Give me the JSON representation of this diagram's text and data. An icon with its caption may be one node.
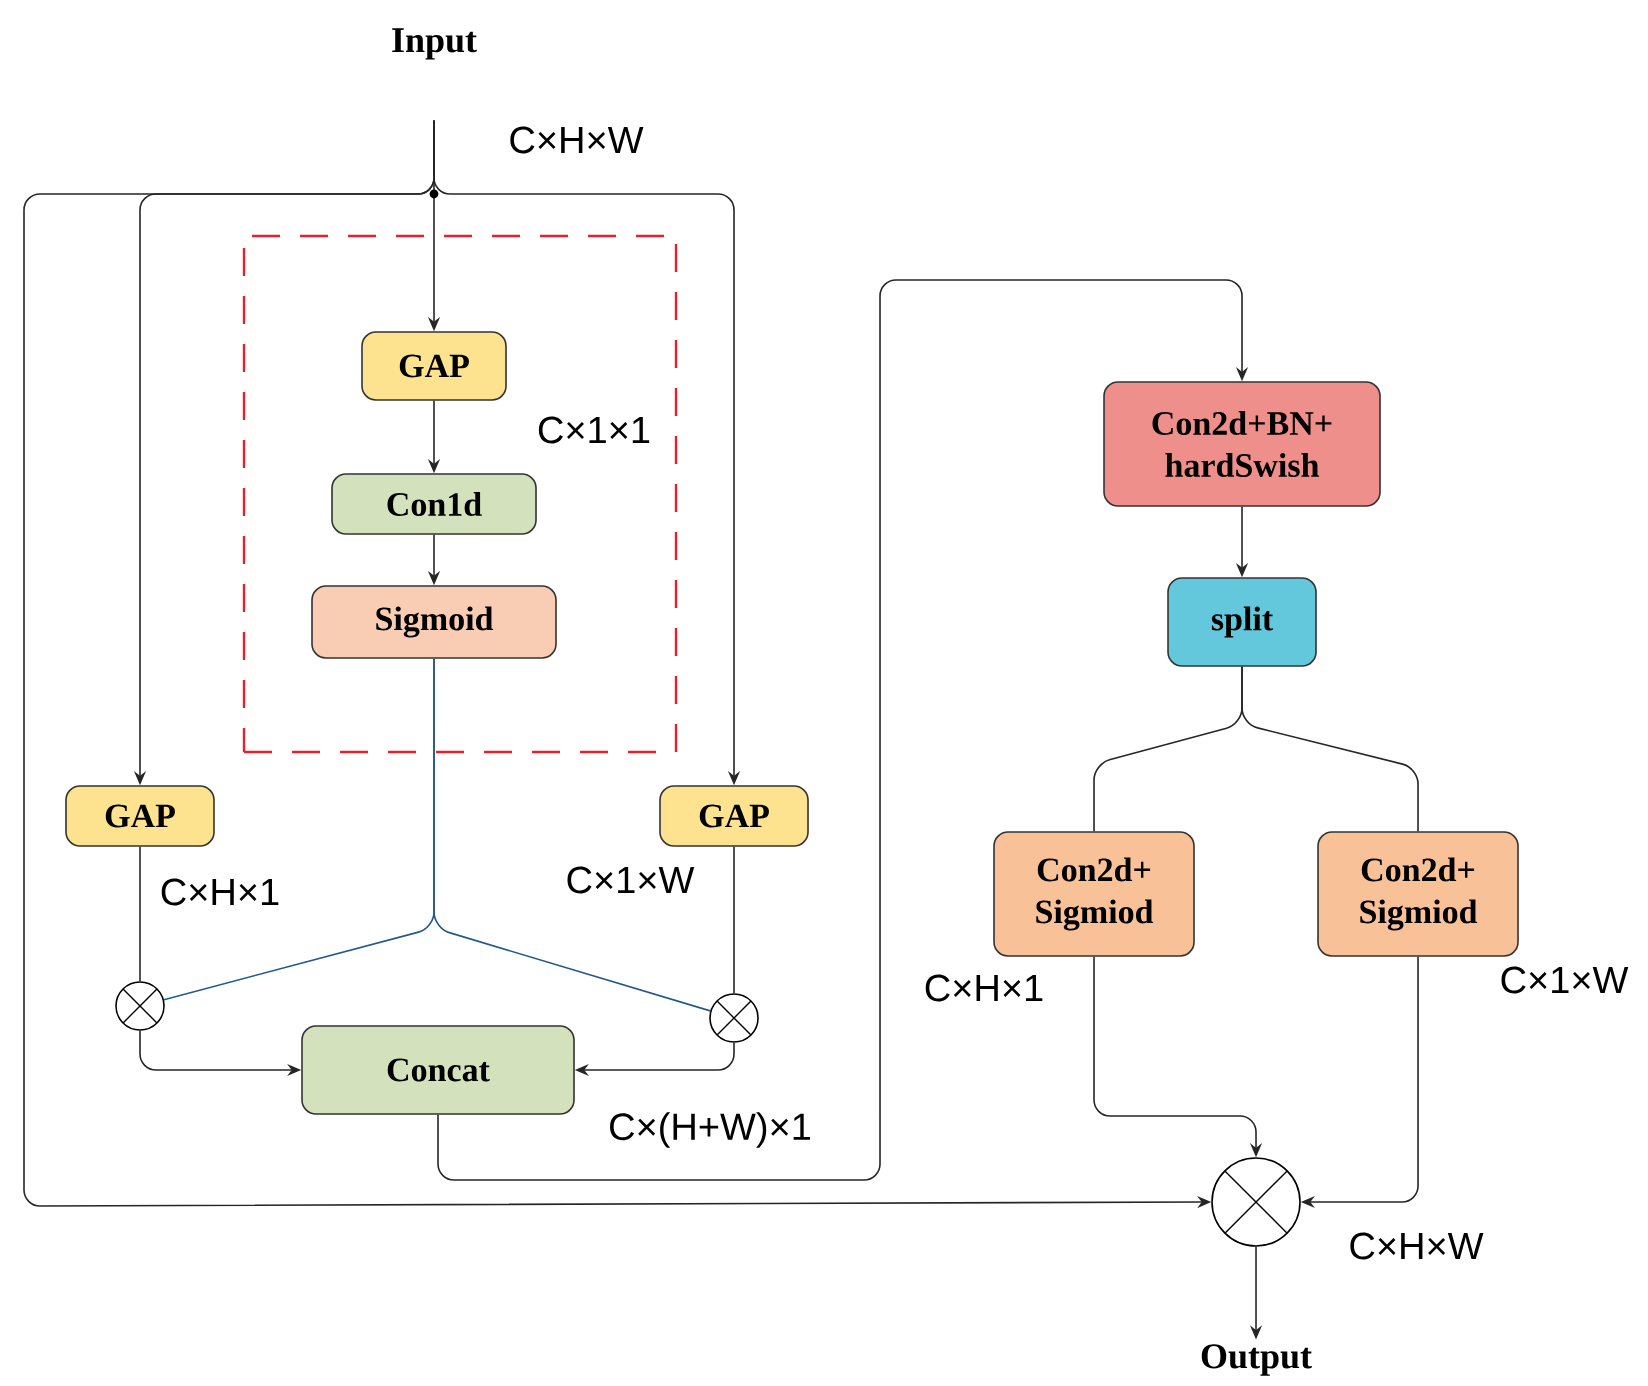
{
  "diagram": {
    "nodes": [
      {
        "text": [
          "Input"
        ]
      },
      {
        "text": [],
        "shape": "box"
      },
      {
        "text": [
          "GAP"
        ],
        "in": 1
      },
      {
        "text": [
          "Con1d"
        ],
        "in": 1
      },
      {
        "text": [
          "Sigmoid"
        ],
        "in": 1
      },
      {
        "text": [
          "GAP"
        ]
      },
      {
        "text": [
          "GAP"
        ]
      },
      {
        "text": [],
        "shape": "circle"
      },
      {
        "text": [],
        "shape": "circle"
      },
      {
        "text": [
          "Concat"
        ]
      },
      {
        "text": [
          "Con2d+BN+ hardSwish"
        ]
      },
      {
        "text": [
          "split"
        ]
      },
      {
        "text": [
          "Con2d+ Sigmiod"
        ]
      },
      {
        "text": [
          "Con2d+ Sigmiod"
        ]
      },
      {
        "text": [],
        "shape": "circle"
      },
      {
        "text": [
          "Output"
        ]
      }
    ],
    "edges": [
      {
        "from": 0,
        "to": 2,
        "arrow": "to"
      },
      {
        "from": 0,
        "to": 5,
        "arrow": "to"
      },
      {
        "from": 0,
        "to": 6,
        "arrow": "to"
      },
      {
        "from": 0,
        "to": 14,
        "arrow": "to"
      },
      {
        "from": 2,
        "to": 3,
        "arrow": "to"
      },
      {
        "from": 3,
        "to": 4,
        "arrow": "to"
      },
      {
        "from": 4,
        "to": 7,
        "arrow": "none",
        "color": "#22598c"
      },
      {
        "from": 4,
        "to": 8,
        "arrow": "none",
        "color": "#22598c"
      },
      {
        "from": 5,
        "to": 7,
        "arrow": "none"
      },
      {
        "from": 6,
        "to": 8,
        "arrow": "none"
      },
      {
        "from": 7,
        "to": 9,
        "arrow": "to"
      },
      {
        "from": 8,
        "to": 9,
        "arrow": "to"
      },
      {
        "from": 9,
        "to": 10,
        "arrow": "to"
      },
      {
        "from": 10,
        "to": 11,
        "arrow": "to"
      },
      {
        "from": 11,
        "to": 12,
        "arrow": "none"
      },
      {
        "from": 11,
        "to": 13,
        "arrow": "none"
      },
      {
        "from": 12,
        "to": 14,
        "arrow": "to"
      },
      {
        "from": 13,
        "to": 14,
        "arrow": "to"
      },
      {
        "from": 14,
        "to": 15,
        "arrow": "to"
      }
    ],
    "labels": [
      "C×H×W",
      "C×1×1",
      "C×H×1",
      "C×1×W",
      "C×(H+W)×1",
      "C×H×1",
      "C×1×W",
      "C×H×W"
    ]
  }
}
